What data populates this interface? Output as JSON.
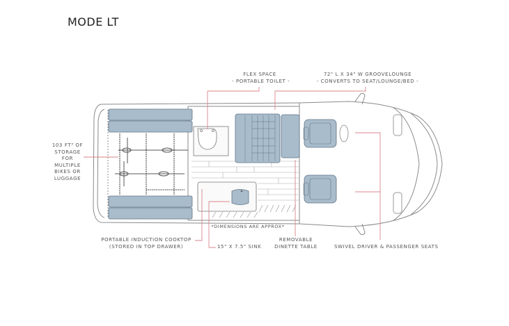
{
  "title": "MODE LT",
  "labels": {
    "flex_space": {
      "line1": "FLEX SPACE",
      "line2": "- PORTABLE TOILET -"
    },
    "groovelounge": {
      "line1": "72\" L X 34\" W GROOVELOUNGE",
      "line2": "- CONVERTS TO SEAT/LOUNGE/BED -"
    },
    "storage": {
      "line1": "103 FT³ OF",
      "line2": "STORAGE",
      "line3": "FOR",
      "line4": "MULTIPLE",
      "line5": "BIKES OR",
      "line6": "LUGGAGE"
    },
    "cooktop": {
      "line1": "PORTABLE INDUCTION COOKTOP",
      "line2": "(STORED IN TOP DRAWER)"
    },
    "sink": "15\" X 7.5\" SINK",
    "dinette": {
      "line1": "REMOVABLE",
      "line2": "DINETTE TABLE"
    },
    "seats": "SWIVEL DRIVER & PASSENGER SEATS",
    "dimensions_note": "*DIMENSIONS ARE APPROX*"
  },
  "colors": {
    "furniture_fill": "#a9bccb",
    "furniture_stroke": "#5f7487",
    "outline": "#8a8a8a",
    "leader_line": "#d9868b",
    "label_text": "#555555"
  }
}
